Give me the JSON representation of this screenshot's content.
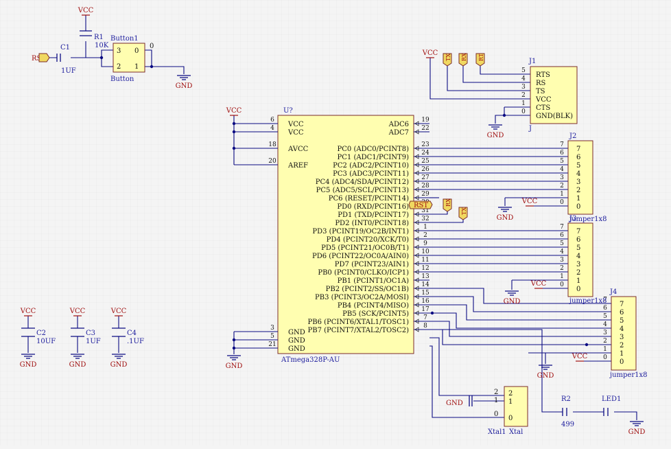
{
  "colors": {
    "background": "#f4f4f4",
    "grid": "#e2e2e2",
    "wire": "#0a0a82",
    "part_fill": "#fffeb0",
    "part_border": "#7a2a2a",
    "power_red": "#a01010",
    "designator_blue": "#1c1c9c",
    "pin_text": "#111111"
  },
  "mcu": {
    "ref": "U?",
    "name": "ATmega328P-AU",
    "left_pins": [
      {
        "num": "6",
        "label": "VCC"
      },
      {
        "num": "4",
        "label": "VCC"
      },
      {
        "num": "18",
        "label": "AVCC"
      },
      {
        "num": "20",
        "label": "AREF"
      },
      {
        "num": "3",
        "label": "GND"
      },
      {
        "num": "5",
        "label": "GND"
      },
      {
        "num": "21",
        "label": "GND"
      }
    ],
    "right_pins": [
      {
        "num": "19",
        "label": "ADC6"
      },
      {
        "num": "22",
        "label": "ADC7"
      },
      {
        "num": "23",
        "label": "PC0 (ADC0/PCINT8)"
      },
      {
        "num": "24",
        "label": "PC1 (ADC1/PCINT9)"
      },
      {
        "num": "25",
        "label": "PC2 (ADC2/PCINT10)"
      },
      {
        "num": "26",
        "label": "PC3 (ADC3/PCINT11)"
      },
      {
        "num": "27",
        "label": "PC4 (ADC4/SDA/PCINT12)"
      },
      {
        "num": "28",
        "label": "PC5 (ADC5/SCL/PCINT13)"
      },
      {
        "num": "29",
        "label": "PC6 (RESET/PCINT14)"
      },
      {
        "num": "30",
        "label": "PD0 (RXD/PCINT16)"
      },
      {
        "num": "31",
        "label": "PD1 (TXD/PCINT17)"
      },
      {
        "num": "32",
        "label": "PD2 (INT0/PCINT18)"
      },
      {
        "num": "1",
        "label": "PD3 (PCINT19/OC2B/INT1)"
      },
      {
        "num": "2",
        "label": "PD4 (PCINT20/XCK/T0)"
      },
      {
        "num": "9",
        "label": "PD5 (PCINT21/OC0B/T1)"
      },
      {
        "num": "10",
        "label": "PD6 (PCINT22/OC0A/AIN0)"
      },
      {
        "num": "11",
        "label": "PD7 (PCINT23/AIN1)"
      },
      {
        "num": "12",
        "label": "PB0 (PCINT0/CLKO/ICP1)"
      },
      {
        "num": "13",
        "label": "PB1 (PCINT1/OC1A)"
      },
      {
        "num": "14",
        "label": "PB2 (PCINT2/SS/OC1B)"
      },
      {
        "num": "15",
        "label": "PB3 (PCINT3/OC2A/MOSI)"
      },
      {
        "num": "16",
        "label": "PB4 (PCINT4/MISO)"
      },
      {
        "num": "17",
        "label": "PB5 (SCK/PCINT5)"
      },
      {
        "num": "7",
        "label": "PB6 (PCINT6/XTAL1/TOSC1)"
      },
      {
        "num": "8",
        "label": "PB7 (PCINT7/XTAL2/TOSC2)"
      }
    ]
  },
  "j1": {
    "ref": "J1",
    "bottom_ref": "J",
    "pins": [
      {
        "num": "5",
        "label": "RTS"
      },
      {
        "num": "4",
        "label": "RS"
      },
      {
        "num": "3",
        "label": "TS"
      },
      {
        "num": "2",
        "label": "VCC"
      },
      {
        "num": "1",
        "label": "CTS"
      },
      {
        "num": "0",
        "label": "GND(BLK)"
      }
    ]
  },
  "j2": {
    "ref": "J2",
    "name": "jumper1x8",
    "pins": [
      "7",
      "6",
      "5",
      "4",
      "3",
      "2",
      "1",
      "0"
    ]
  },
  "j3": {
    "ref": "J3",
    "name": "jumper1x8",
    "pins": [
      "7",
      "6",
      "5",
      "4",
      "3",
      "2",
      "1",
      "0"
    ]
  },
  "j4": {
    "ref": "J4",
    "name": "jumper1x8",
    "pins": [
      "7",
      "6",
      "5",
      "4",
      "3",
      "2",
      "1",
      "0"
    ]
  },
  "button": {
    "ref": "Button1",
    "name": "Button",
    "pins": [
      "3",
      "0",
      "2",
      "1"
    ],
    "net_num": "0"
  },
  "c1": {
    "ref": "C1",
    "value": "1UF"
  },
  "r1": {
    "ref": "R1",
    "value": "10K"
  },
  "c2": {
    "ref": "C2",
    "value": "10UF"
  },
  "c3": {
    "ref": "C3",
    "value": "1UF"
  },
  "c4": {
    "ref": "C4",
    "value": ".1UF"
  },
  "r2": {
    "ref": "R2",
    "value": "499"
  },
  "led": {
    "ref": "LED1"
  },
  "xtal": {
    "ref": "Xtal1",
    "name": "Xtal",
    "pins": [
      "2",
      "1",
      "0"
    ],
    "pin_nums": [
      "2",
      "1",
      "0"
    ]
  },
  "power": {
    "vcc": "VCC",
    "gnd": "GND"
  },
  "ports": {
    "rst": "RST",
    "rx": "RX",
    "tx": "TX",
    "rt": "RT"
  }
}
